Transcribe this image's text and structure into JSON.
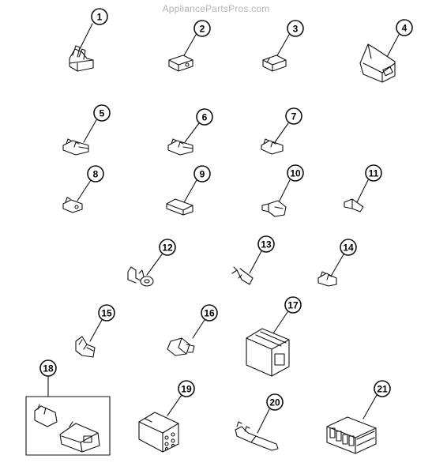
{
  "watermark": "AppliancePartsPros.com",
  "parts": [
    {
      "number": "1",
      "shape": "clip-connector-icon"
    },
    {
      "number": "2",
      "shape": "female-terminal-icon"
    },
    {
      "number": "3",
      "shape": "female-terminal-icon"
    },
    {
      "number": "4",
      "shape": "latched-housing-icon"
    },
    {
      "number": "5",
      "shape": "crimp-terminal-icon"
    },
    {
      "number": "6",
      "shape": "crimp-terminal-icon"
    },
    {
      "number": "7",
      "shape": "crimp-terminal-icon"
    },
    {
      "number": "8",
      "shape": "small-terminal-icon"
    },
    {
      "number": "9",
      "shape": "insulator-sleeve-icon"
    },
    {
      "number": "10",
      "shape": "insulated-terminal-icon"
    },
    {
      "number": "11",
      "shape": "pin-terminal-icon"
    },
    {
      "number": "12",
      "shape": "ring-terminal-icon"
    },
    {
      "number": "13",
      "shape": "angled-terminal-icon"
    },
    {
      "number": "14",
      "shape": "crimp-terminal-icon"
    },
    {
      "number": "15",
      "shape": "flag-terminal-icon"
    },
    {
      "number": "16",
      "shape": "insulated-terminal-icon"
    },
    {
      "number": "17",
      "shape": "connector-housing-icon"
    },
    {
      "number": "18",
      "shape": "terminal-kit-icon"
    },
    {
      "number": "19",
      "shape": "six-pin-housing-icon"
    },
    {
      "number": "20",
      "shape": "long-crimp-terminal-icon"
    },
    {
      "number": "21",
      "shape": "multi-pin-housing-icon"
    }
  ]
}
